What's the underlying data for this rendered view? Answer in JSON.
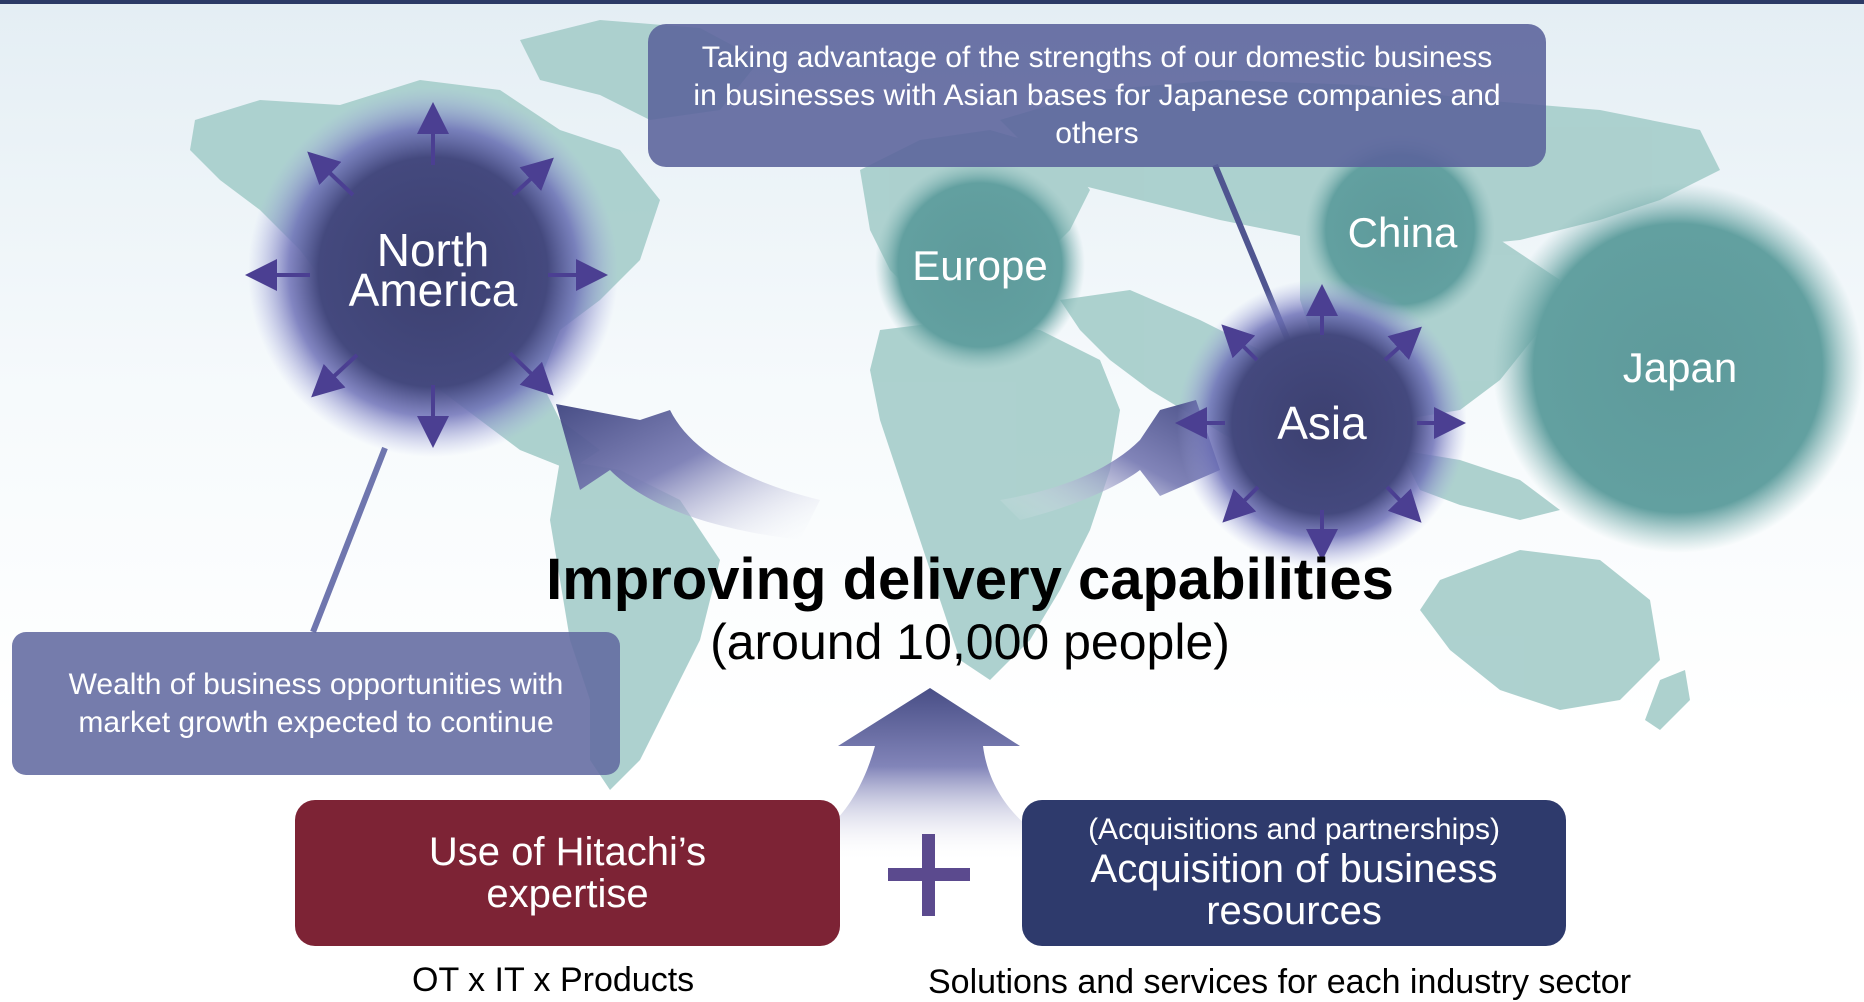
{
  "callouts": {
    "top": "Taking advantage of the strengths of our domestic business in businesses with Asian bases for Japanese companies and others",
    "left": "Wealth of business opportunities with market growth expected to continue"
  },
  "regions": {
    "north_america": "North America",
    "europe": "Europe",
    "china": "China",
    "asia": "Asia",
    "japan": "Japan"
  },
  "center": {
    "title": "Improving delivery capabilities",
    "subtitle": "(around 10,000 people)"
  },
  "boxes": {
    "left": {
      "label": "Use of Hitachi’s expertise",
      "caption": "OT x IT x Products"
    },
    "right": {
      "sublabel": "(Acquisitions and partnerships)",
      "label": "Acquisition of business resources",
      "caption": "Solutions and services for each industry sector"
    }
  },
  "colors": {
    "map": "#a9cfcc",
    "teal_circle": "#5f9a9c",
    "navy_circle": "#3f4577",
    "arrow": "#4b3f92",
    "red_box": "#7d2335",
    "blue_box": "#2e3a6c"
  }
}
